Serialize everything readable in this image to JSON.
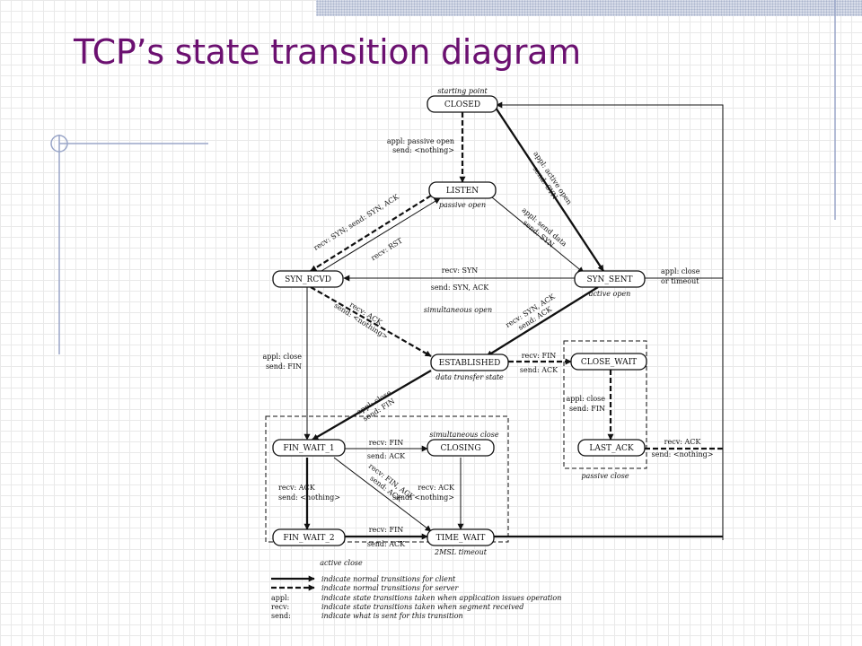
{
  "slide": {
    "title": "TCP’s state transition diagram"
  },
  "states": {
    "closed": "CLOSED",
    "listen": "LISTEN",
    "syn_rcvd": "SYN_RCVD",
    "syn_sent": "SYN_SENT",
    "established": "ESTABLISHED",
    "close_wait": "CLOSE_WAIT",
    "last_ack": "LAST_ACK",
    "fin_wait_1": "FIN_WAIT_1",
    "closing": "CLOSING",
    "fin_wait_2": "FIN_WAIT_2",
    "time_wait": "TIME_WAIT"
  },
  "notes": {
    "starting_point": "starting point",
    "passive_open": "passive open",
    "active_open": "active open",
    "simultaneous_open": "simultaneous open",
    "data_transfer_state": "data transfer state",
    "simultaneous_close": "simultaneous close",
    "passive_close": "passive close",
    "active_close": "active close",
    "timeout_2msl": "2MSL timeout"
  },
  "transitions": {
    "closed_listen_1": "appl: passive open",
    "closed_listen_2": "send: <nothing>",
    "closed_synsent_1": "appl: active open",
    "closed_synsent_2": "send: SYN",
    "listen_synsent_1": "appl: send data",
    "listen_synsent_2": "send: SYN",
    "listen_synrcvd_1": "recv: SYN; send: SYN, ACK",
    "synrcvd_listen": "recv: RST",
    "synsent_synrcvd_1": "recv: SYN",
    "synsent_synrcvd_2": "send: SYN, ACK",
    "synsent_closed_1": "appl: close",
    "synsent_closed_2": "or timeout",
    "synrcvd_est_1": "recv: ACK",
    "synrcvd_est_2": "send: <nothing>",
    "synsent_est_1": "recv: SYN, ACK",
    "synsent_est_2": "send: ACK",
    "synrcvd_finwait1_1": "appl: close",
    "synrcvd_finwait1_2": "send: FIN",
    "est_closewait_1": "recv: FIN",
    "est_closewait_2": "send: ACK",
    "est_finwait1_1": "appl: close",
    "est_finwait1_2": "send: FIN",
    "closewait_lastack_1": "appl: close",
    "closewait_lastack_2": "send: FIN",
    "lastack_closed_1": "recv: ACK",
    "lastack_closed_2": "send: <nothing>",
    "finwait1_closing_1": "recv: FIN",
    "finwait1_closing_2": "send: ACK",
    "finwait1_timewait_1": "recv: FIN, ACK",
    "finwait1_timewait_2": "send: ACK",
    "finwait1_finwait2_1": "recv: ACK",
    "finwait1_finwait2_2": "send: <nothing>",
    "closing_timewait_1": "recv: ACK",
    "closing_timewait_2": "send: <nothing>",
    "finwait2_timewait_1": "recv: FIN",
    "finwait2_timewait_2": "send: ACK"
  },
  "legend": {
    "client": "indicate normal transitions for client",
    "server": "indicate normal transitions for server",
    "appl_key": "appl:",
    "appl_desc": "indicate state transitions taken when application issues operation",
    "recv_key": "recv:",
    "recv_desc": "indicate state transitions taken when segment received",
    "send_key": "send:",
    "send_desc": "indicate what is sent for this transition"
  }
}
